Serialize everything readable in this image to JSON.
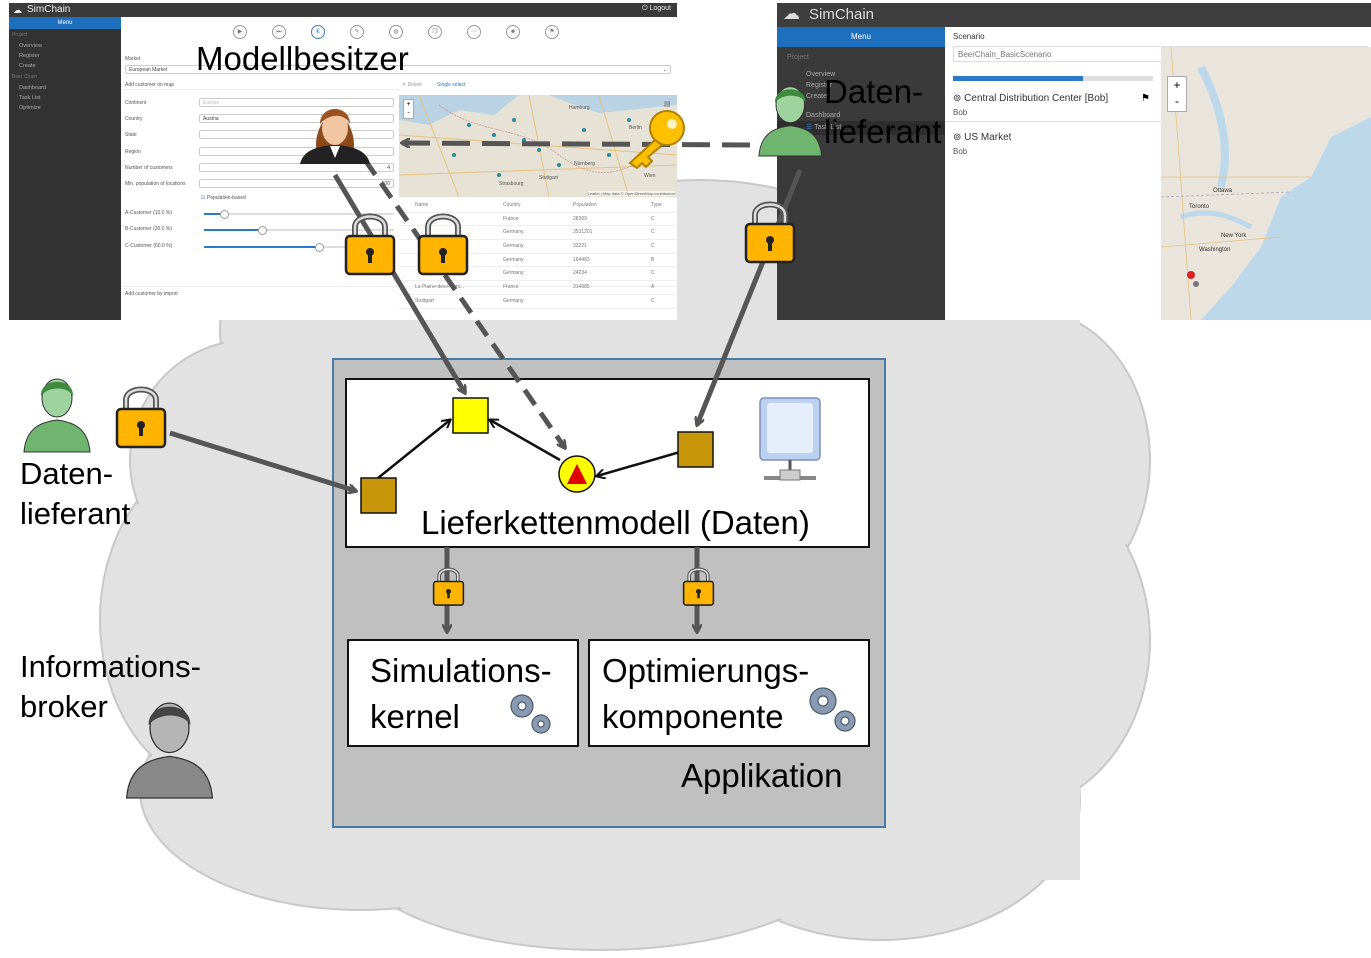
{
  "app1": {
    "brand": "SimChain",
    "logout": "Logout",
    "menu": "Menu",
    "sidebar_group1": "Project",
    "sidebar_items1": [
      "Overview",
      "Register",
      "Create"
    ],
    "sidebar_group2": "Beer Chain",
    "sidebar_items2": [
      "Dashboard",
      "Task List",
      "Optimize"
    ],
    "market_label": "Market",
    "market_value": "European Market",
    "add_on_map": "Add customer on map",
    "delete": "Delete",
    "single_select": "Single select",
    "fields": [
      {
        "label": "Continent",
        "value": "Europe"
      },
      {
        "label": "Country",
        "value": "Austria"
      },
      {
        "label": "State",
        "value": ""
      },
      {
        "label": "Region",
        "value": ""
      },
      {
        "label": "Number of customers",
        "value": "4"
      },
      {
        "label": "Min. population of locations",
        "value": "500"
      }
    ],
    "population_based": "Population-based",
    "sliders": [
      {
        "label": "A-Customer (10.0 %)",
        "fraction": 0.1
      },
      {
        "label": "B-Customer (30.0 %)",
        "fraction": 0.3
      },
      {
        "label": "C-Customer (60.0 %)",
        "fraction": 0.6
      }
    ],
    "add_by_import": "Add customer by import",
    "table_headers": [
      "Name",
      "Country",
      "Population",
      "Type"
    ],
    "table_rows": [
      [
        "",
        "France",
        "28309",
        "C"
      ],
      [
        "",
        "Germany",
        "3531201",
        "C"
      ],
      [
        "",
        "Germany",
        "33221",
        "C"
      ],
      [
        "",
        "Germany",
        "164483",
        "B"
      ],
      [
        "",
        "Germany",
        "24234",
        "C"
      ],
      [
        "La Plaine-des-Palmi...",
        "France",
        "314685",
        "A"
      ],
      [
        "Stuttgart",
        "Germany",
        "",
        "C"
      ]
    ],
    "map_places": [
      "Hamburg",
      "Berlin",
      "Nürnberg",
      "Stuttgart",
      "Wien",
      "Strasbourg"
    ],
    "map_attribution": "Leaflet | Map data © OpenStreetMap contributors"
  },
  "app2": {
    "brand": "SimChain",
    "menu": "Menu",
    "sidebar_group": "Project",
    "sidebar_items": [
      "Overview",
      "Register",
      "Create",
      "Dashboard",
      "Task List"
    ],
    "scenario_label": "Scenario",
    "scenario_value": "BeerChain_BasicScenario",
    "progress": 0.65,
    "tasks": [
      {
        "title": "Central Distribution Center [Bob]",
        "owner": "Bob"
      },
      {
        "title": "US Market",
        "owner": "Bob"
      }
    ],
    "zoom_in": "+",
    "zoom_out": "-",
    "map_places": [
      "Ottawa",
      "Toronto",
      "New York",
      "Washington"
    ]
  },
  "labels": {
    "modellbesitzer": "Modellbesitzer",
    "datenlieferant_top_1": "Daten-",
    "datenlieferant_top_2": "lieferant",
    "datenlieferant_left_1": "Daten-",
    "datenlieferant_left_2": "lieferant",
    "informationsbroker_1": "Informations-",
    "informationsbroker_2": "broker",
    "lieferkettenmodell": "Lieferkettenmodell (Daten)",
    "simulationskernel_1": "Simulations-",
    "simulationskernel_2": "kernel",
    "optimierung_1": "Optimierungs-",
    "optimierung_2": "komponente",
    "applikation": "Applikation"
  },
  "colors": {
    "cloud": "#e2e2e2",
    "application": "#c0c0c0",
    "application_border": "#4a7aa8",
    "node_yellow": "#ffff00",
    "node_brown": "#c8960a",
    "node_red": "#e00000",
    "arrow": "#555555",
    "lock": "#ffb400",
    "key": "#ffc000",
    "person_green": "#6fb56f",
    "person_gray": "#888888"
  }
}
